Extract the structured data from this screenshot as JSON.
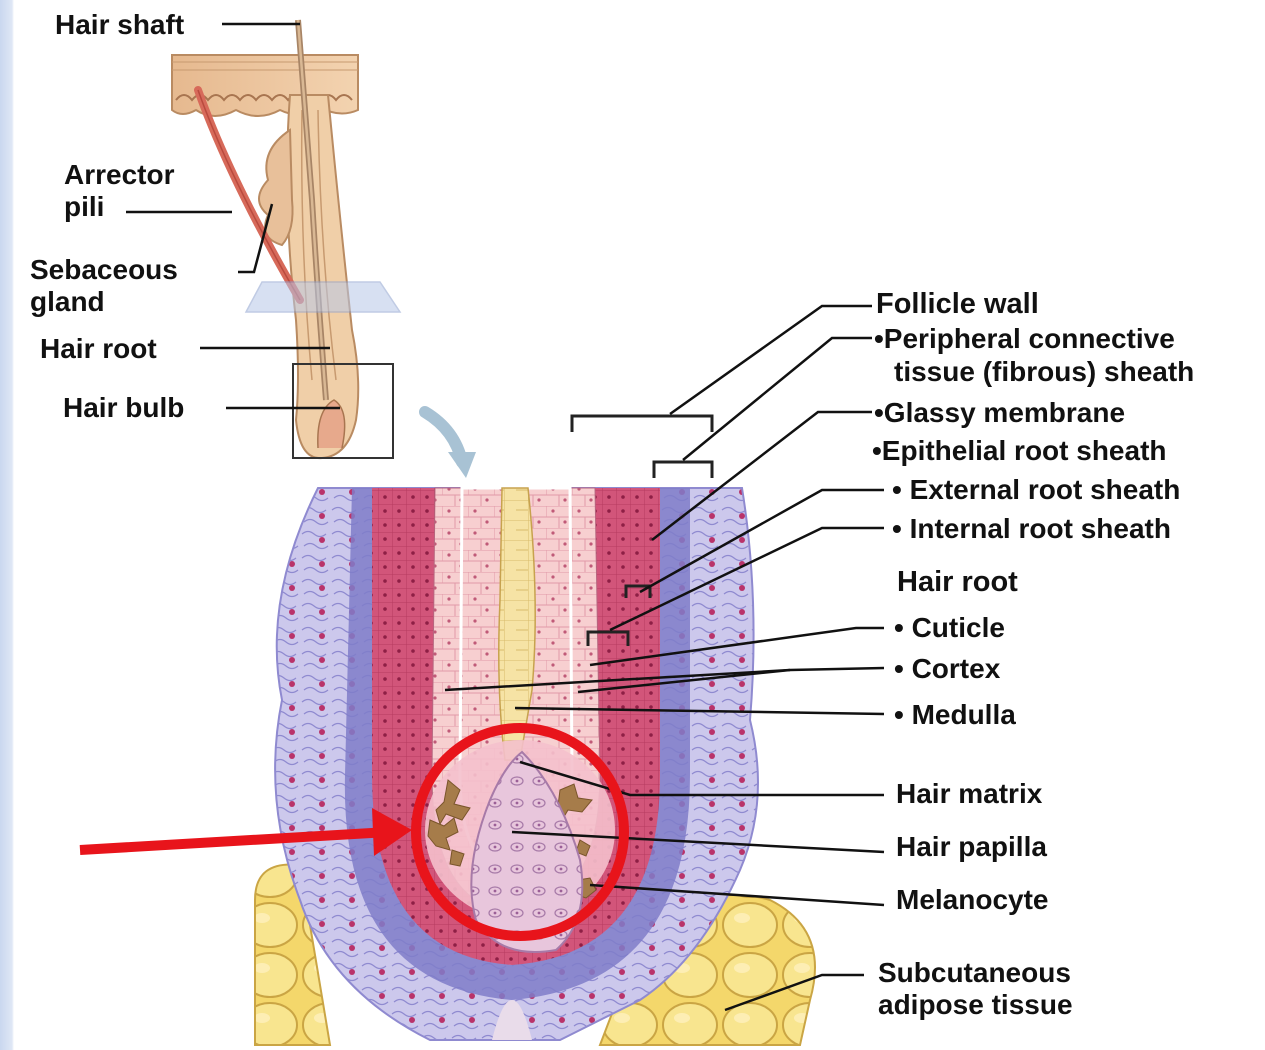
{
  "labels": {
    "hair_shaft": "Hair shaft",
    "arrector_1": "Arrector",
    "arrector_2": "pili",
    "sebaceous_1": "Sebaceous",
    "sebaceous_2": "gland",
    "hair_root_top": "Hair root",
    "hair_bulb": "Hair bulb",
    "follicle_wall": "Follicle wall",
    "peripheral_1": "•Peripheral connective",
    "peripheral_2": "tissue (fibrous) sheath",
    "glassy": "•Glassy membrane",
    "epithelial": "•Epithelial root sheath",
    "external": "• External root sheath",
    "internal": "• Internal root sheath",
    "hair_root_head": "Hair root",
    "cuticle": "• Cuticle",
    "cortex": "• Cortex",
    "medulla": "• Medulla",
    "matrix": "Hair matrix",
    "papilla": "Hair papilla",
    "melanocyte": "Melanocyte",
    "subcut_1": "Subcutaneous",
    "subcut_2": "adipose tissue"
  },
  "colors": {
    "annotation_red": "#e8141b",
    "skin_tan": "#e8c09a",
    "dermis_pink": "#f2b8bf",
    "sheath_red": "#c94468",
    "fibrous_purple": "#b7b3e3",
    "medulla_yellow": "#f5e6a4",
    "adipose_yellow": "#f6e07d",
    "melanocyte_brown": "#a67c4a"
  },
  "icons": {
    "pointer": "red-arrow-icon",
    "highlight": "red-circle-icon",
    "transition": "curved-arrow-icon"
  }
}
